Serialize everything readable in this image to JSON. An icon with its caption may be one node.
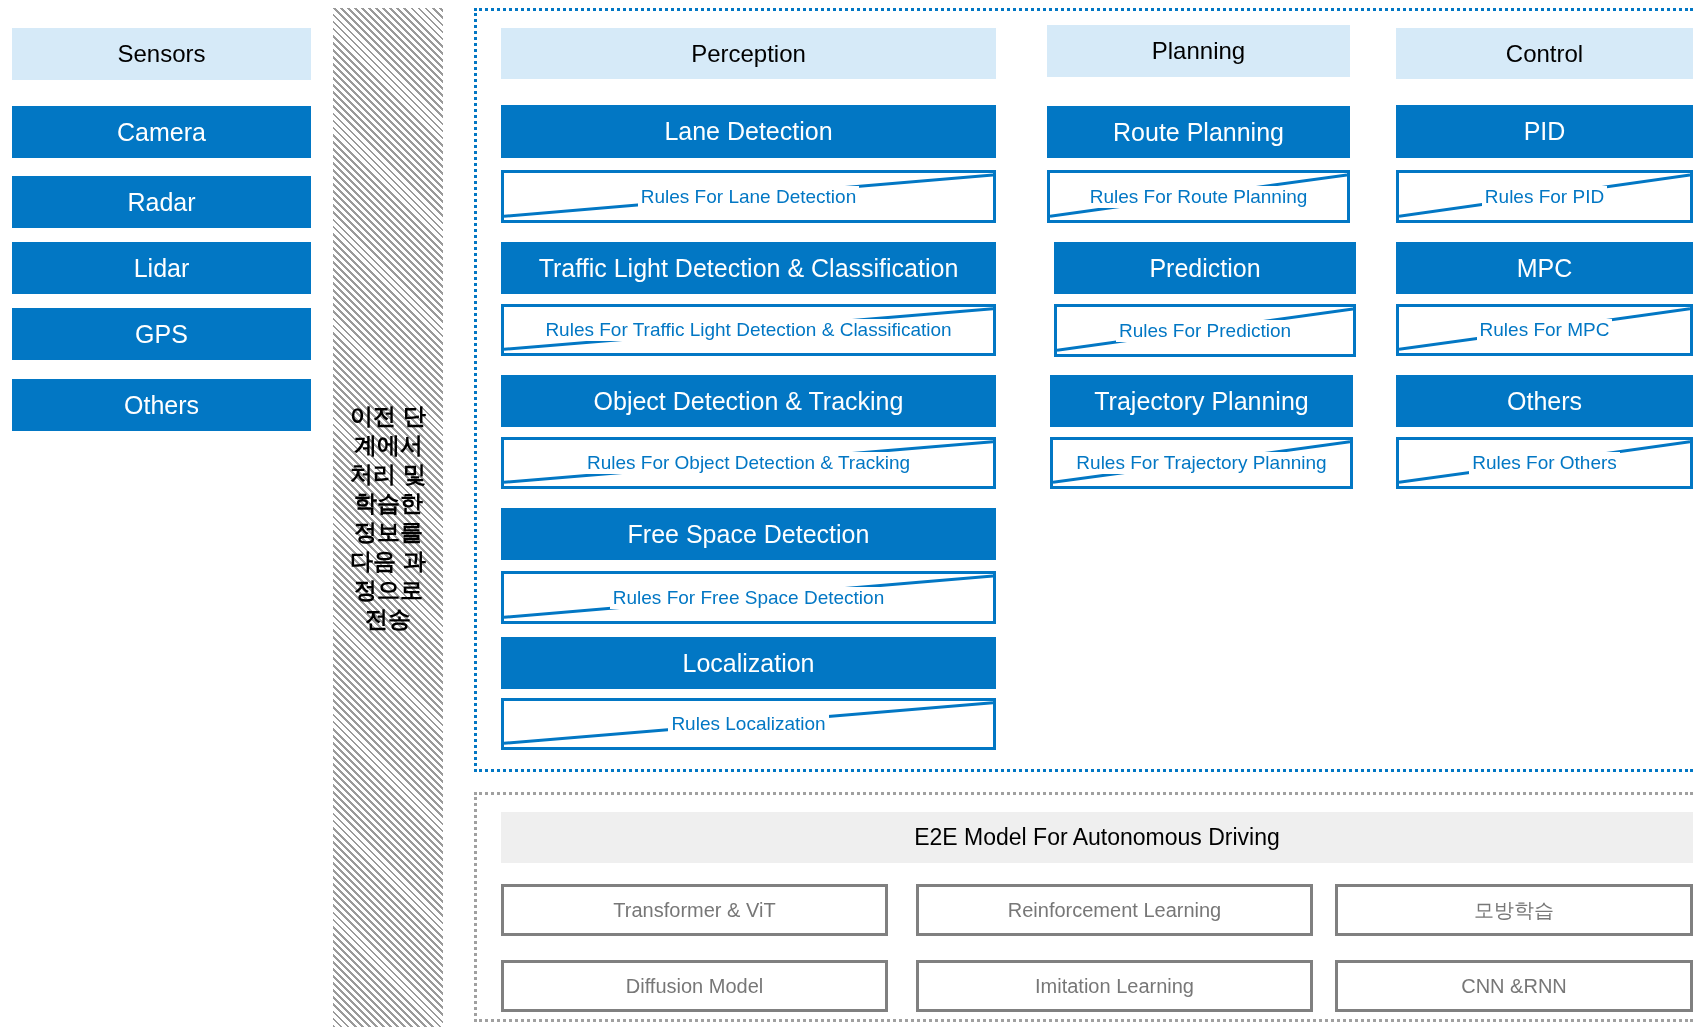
{
  "diagram": {
    "nodes": [
      {
        "text": [
          "Sensors"
        ]
      },
      {
        "text": [
          "Camera"
        ]
      },
      {
        "text": [
          "Radar"
        ]
      },
      {
        "text": [
          "Lidar"
        ]
      },
      {
        "text": [
          "GPS"
        ]
      },
      {
        "text": [
          "Others"
        ]
      },
      {
        "text": [
          "이전 단계에서 처리 및 학습한 정보를 다음 과정으로 전송"
        ]
      },
      {
        "text": [],
        "shape": "box"
      },
      {
        "text": [
          "Perception"
        ],
        "in": 7
      },
      {
        "text": [
          "Lane Detection"
        ],
        "in": 7
      },
      {
        "text": [
          "Rules For Lane Detection"
        ],
        "in": 7
      },
      {
        "text": [
          "Traffic Light Detection & Classification"
        ],
        "in": 7
      },
      {
        "text": [
          "Rules For Traffic Light Detection & Classification"
        ],
        "in": 7
      },
      {
        "text": [
          "Object Detection & Tracking"
        ],
        "in": 7
      },
      {
        "text": [
          "Rules For Object Detection & Tracking"
        ],
        "in": 7
      },
      {
        "text": [
          "Free Space Detection"
        ],
        "in": 7
      },
      {
        "text": [
          "Rules For Free Space Detection"
        ],
        "in": 7
      },
      {
        "text": [
          "Localization"
        ],
        "in": 7
      },
      {
        "text": [
          "Rules Localization"
        ],
        "in": 7
      },
      {
        "text": [
          "Planning"
        ],
        "in": 7
      },
      {
        "text": [
          "Route Planning"
        ],
        "in": 7
      },
      {
        "text": [
          "Rules For Route Planning"
        ],
        "in": 7
      },
      {
        "text": [
          "Prediction"
        ],
        "in": 7
      },
      {
        "text": [
          "Rules For Prediction"
        ],
        "in": 7
      },
      {
        "text": [
          "Trajectory Planning"
        ],
        "in": 7
      },
      {
        "text": [
          "Rules For Trajectory Planning"
        ],
        "in": 7
      },
      {
        "text": [
          "Control"
        ],
        "in": 7
      },
      {
        "text": [
          "PID"
        ],
        "in": 7
      },
      {
        "text": [
          "Rules For PID"
        ],
        "in": 7
      },
      {
        "text": [
          "MPC"
        ],
        "in": 7
      },
      {
        "text": [
          "Rules For MPC"
        ],
        "in": 7
      },
      {
        "text": [
          "Others"
        ],
        "in": 7
      },
      {
        "text": [
          "Rules For Others"
        ],
        "in": 7
      },
      {
        "text": [],
        "shape": "box"
      },
      {
        "text": [
          "E2E Model For Autonomous Driving"
        ],
        "in": 33
      },
      {
        "text": [
          "Transformer & ViT"
        ],
        "in": 33
      },
      {
        "text": [
          "Reinforcement Learning"
        ],
        "in": 33
      },
      {
        "text": [
          "모방학습"
        ],
        "in": 33
      },
      {
        "text": [
          "Diffusion Model"
        ],
        "in": 33
      },
      {
        "text": [
          "Imitation Learning"
        ],
        "in": 33
      },
      {
        "text": [
          "CNN &RNN"
        ],
        "in": 33
      }
    ],
    "edges": []
  }
}
